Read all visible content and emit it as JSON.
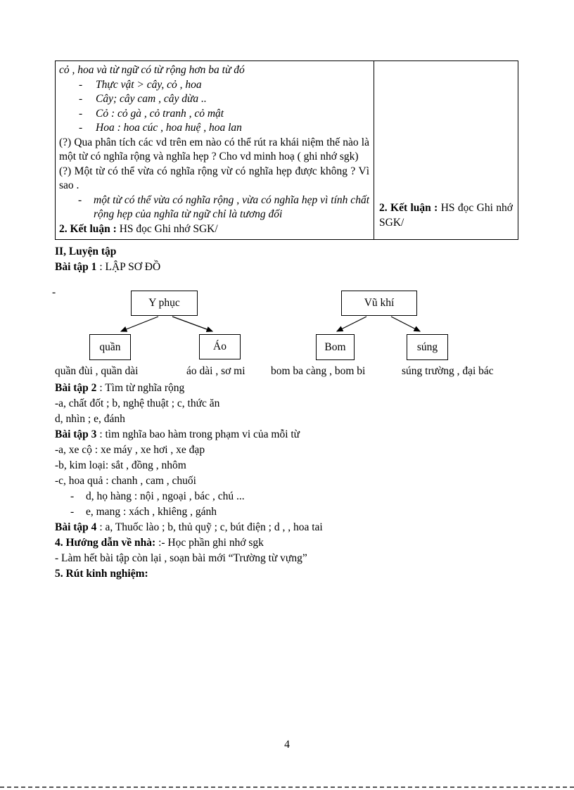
{
  "marks": {
    "dash": "-"
  },
  "page": {
    "number": "4"
  },
  "table": {
    "left": {
      "intro": "cỏ , hoa và từ ngữ có từ rộng hơn ba từ đó",
      "bullets": [
        "Thực vật > cây, cỏ , hoa",
        "Cây; cây cam , cây dừa ..",
        "Cỏ : cỏ gà , cỏ tranh , cỏ mật",
        "Hoa : hoa cúc , hoa huệ , hoa lan"
      ],
      "q1": "(?) Qua phân tích các vd trên em nào có thể rút ra khái niệm thế nào là một từ có nghĩa rộng và nghĩa hẹp ?  Cho vd minh hoạ ( ghi nhớ sgk)",
      "q2": "(?) Một từ có thể vừa có nghĩa rộng vừ có nghĩa hẹp được không ? Vì sao .",
      "answer": "một từ có thể vừa có nghĩa rộng , vừa có nghĩa hẹp vì  tính chất rộng hẹp của nghĩa từ ngữ chỉ là tương đối",
      "conclusion_label": "2. Kết luận :",
      "conclusion_text": " HS đọc Ghi nhớ SGK/"
    },
    "right": {
      "conclusion_label": "2. Kết luận :",
      "conclusion_text": " HS đọc Ghi nhớ SGK/"
    }
  },
  "section": {
    "heading": "II, Luyện tập",
    "bt1": {
      "label": "Bài tập 1",
      "text": " : LẬP SƠ ĐỒ"
    },
    "diagram": {
      "tree1": {
        "root": "Y phục",
        "child1": "quần",
        "child2": "Áo"
      },
      "tree2": {
        "root": "Vũ khí",
        "child1": "Bom",
        "child2": "súng"
      },
      "captions": [
        "quần đùi , quần dài",
        "áo dài , sơ mi",
        "bom ba càng , bom bi",
        "súng trường , đại bác"
      ]
    },
    "bt2": {
      "label": "Bài tập 2",
      "text": " : Tìm từ nghĩa rộng",
      "lines": [
        "-a, chất đốt ; b, nghệ thuật ; c, thức ăn",
        "d, nhìn ; e, đánh"
      ]
    },
    "bt3": {
      "label": "Bài tập 3",
      "text": " : tìm nghĩa bao hàm  trong phạm vi của mỗi từ",
      "lines": [
        "-a, xe cộ : xe máy , xe hơi , xe đạp",
        "-b, kim loại: sắt , đồng , nhôm",
        "-c, hoa quả : chanh , cam , chuối"
      ],
      "subitems": [
        "d, họ hàng : nội , ngoại , bác , chú ...",
        "e, mang : xách , khiêng , gánh"
      ]
    },
    "bt4": {
      "label": "Bài tập 4",
      "text": " : a, Thuốc lào ; b, thủ quỹ ; c, bút điện ; d , , hoa tai"
    },
    "homework": {
      "label": "4. Hướng dẫn về nhà:",
      "text": " :- Học phần ghi nhớ sgk",
      "line2": "- Làm hết bài tập còn lại , soạn bài mới “Trường từ vựng”"
    },
    "note": "5. Rút kinh nghiệm:"
  }
}
